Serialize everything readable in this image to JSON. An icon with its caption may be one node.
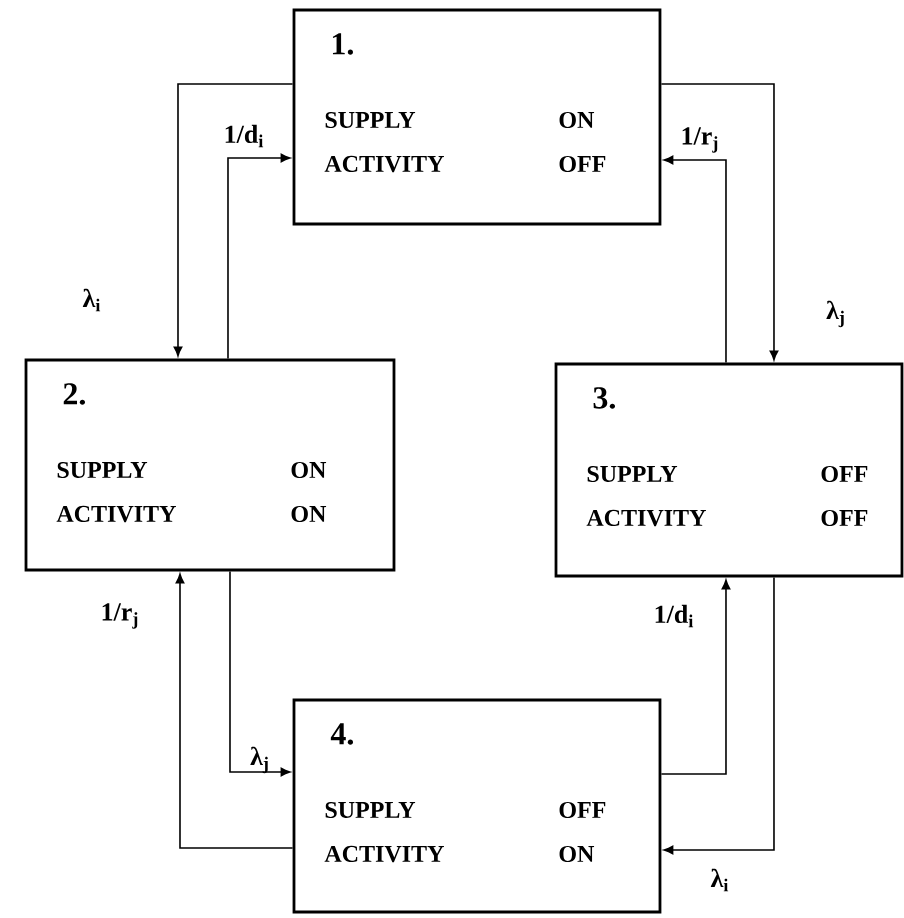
{
  "diagram": {
    "nodes": [
      {
        "text": [
          "1.",
          "SUPPLY",
          "ON",
          "ACTIVITY",
          "OFF"
        ]
      },
      {
        "text": [
          "2.",
          "SUPPLY",
          "ON",
          "ACTIVITY",
          "ON"
        ]
      },
      {
        "text": [
          "3.",
          "SUPPLY",
          "OFF",
          "ACTIVITY",
          "OFF"
        ]
      },
      {
        "text": [
          "4.",
          "SUPPLY",
          "OFF",
          "ACTIVITY",
          "ON"
        ]
      }
    ],
    "edges": [
      {
        "from": 0,
        "to": 1,
        "arrow": "to",
        "label": "λ$_{i}$"
      },
      {
        "from": 1,
        "to": 0,
        "arrow": "to",
        "label": "1/d$_{i}$"
      },
      {
        "from": 0,
        "to": 2,
        "arrow": "to",
        "label": "λ$_{j}$"
      },
      {
        "from": 2,
        "to": 0,
        "arrow": "to",
        "label": "1/r$_{j}$"
      },
      {
        "from": 1,
        "to": 3,
        "arrow": "to",
        "label": "λ$_{j}$"
      },
      {
        "from": 3,
        "to": 1,
        "arrow": "to",
        "label": "1/r$_{j}$"
      },
      {
        "from": 3,
        "to": 2,
        "arrow": "to",
        "label": "1/d$_{i}$"
      },
      {
        "from": 2,
        "to": 3,
        "arrow": "to",
        "label": "λ$_{i}$"
      }
    ]
  }
}
